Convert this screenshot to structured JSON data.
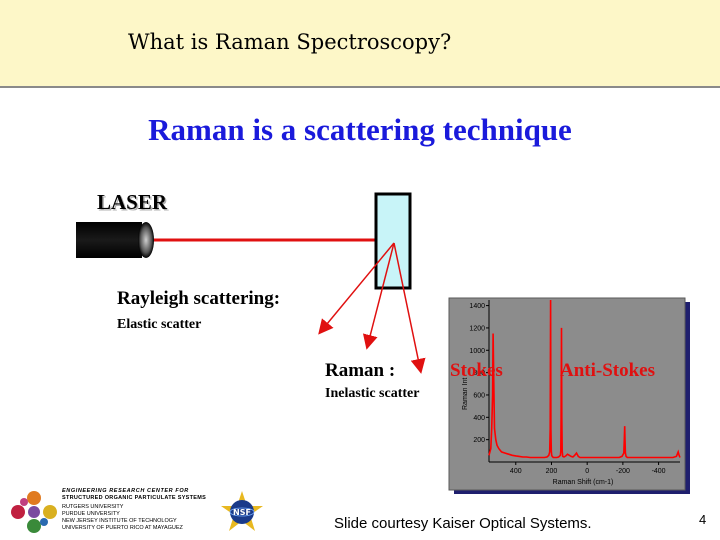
{
  "header": {
    "title": "What is Raman Spectroscopy?"
  },
  "main_title": "Raman is a scattering technique",
  "laser": {
    "label": "LASER"
  },
  "rayleigh": {
    "label": "Rayleigh scattering:",
    "sub": "Elastic scatter"
  },
  "raman": {
    "label": "Raman :",
    "sub": "Inelastic scatter"
  },
  "spectrum_labels": {
    "stokes": "Stokes",
    "anti_stokes": "Anti-Stokes"
  },
  "footer": {
    "courtesy": "Slide courtesy Kaiser Optical Systems.",
    "page_number": "4"
  },
  "logos": {
    "erc_line1": "ENGINEERING RESEARCH CENTER FOR",
    "erc_line2": "STRUCTURED ORGANIC PARTICULATE SYSTEMS",
    "universities": [
      "RUTGERS UNIVERSITY",
      "PURDUE UNIVERSITY",
      "NEW JERSEY INSTITUTE OF TECHNOLOGY",
      "UNIVERSITY OF PUERTO RICO AT MAYAGUEZ"
    ],
    "nsf": "NSF"
  },
  "colors": {
    "laser_beam": "#e01010",
    "sample_cell": "#c8f4f8",
    "title_blue": "#1a1adb",
    "header_bg": "#fdf7c8",
    "spectrum_line": "#ff0000",
    "panel_gray": "#8c8c8c"
  },
  "chart_data": {
    "type": "line",
    "title": "",
    "xlabel": "Raman Shift (cm-1)",
    "ylabel": "Raman Int",
    "x_ticks": [
      400,
      200,
      0,
      -200,
      -400
    ],
    "y_ticks": [
      200,
      400,
      600,
      800,
      1000,
      1200,
      1400
    ],
    "xlim": [
      550,
      -520
    ],
    "ylim": [
      0,
      1450
    ],
    "x_reversed": true,
    "series": [
      {
        "x": [
          550,
          540,
          535,
          530,
          527,
          523,
          519,
          512,
          505,
          495,
          480,
          460,
          440,
          420,
          400,
          380,
          360,
          340,
          320,
          300,
          280,
          260,
          240,
          225,
          215,
          210,
          207,
          205,
          203,
          201,
          199,
          196,
          190,
          180,
          170,
          160,
          150,
          148,
          146,
          144,
          142,
          140,
          137,
          130,
          120,
          110,
          100,
          90,
          80,
          70,
          60,
          50,
          40,
          30,
          20,
          10,
          0,
          -20,
          -40,
          -60,
          -80,
          -100,
          -120,
          -140,
          -160,
          -180,
          -195,
          -205,
          -208,
          -210,
          -212,
          -214,
          -218,
          -225,
          -240,
          -260,
          -280,
          -300,
          -320,
          -340,
          -360,
          -380,
          -400,
          -420,
          -440,
          -460,
          -480,
          -500,
          -505,
          -510,
          -515,
          -520
        ],
        "y": [
          60,
          120,
          300,
          600,
          1150,
          700,
          300,
          200,
          150,
          120,
          90,
          80,
          70,
          60,
          55,
          50,
          45,
          45,
          40,
          40,
          40,
          40,
          40,
          45,
          60,
          90,
          300,
          1450,
          300,
          100,
          60,
          50,
          40,
          40,
          40,
          45,
          60,
          100,
          400,
          1200,
          400,
          100,
          50,
          45,
          55,
          70,
          60,
          50,
          45,
          60,
          80,
          50,
          40,
          40,
          40,
          40,
          40,
          40,
          40,
          40,
          40,
          40,
          40,
          40,
          40,
          40,
          50,
          80,
          200,
          320,
          200,
          80,
          50,
          40,
          40,
          40,
          40,
          40,
          40,
          40,
          40,
          40,
          40,
          40,
          40,
          40,
          40,
          50,
          70,
          90,
          60,
          40
        ]
      }
    ]
  }
}
